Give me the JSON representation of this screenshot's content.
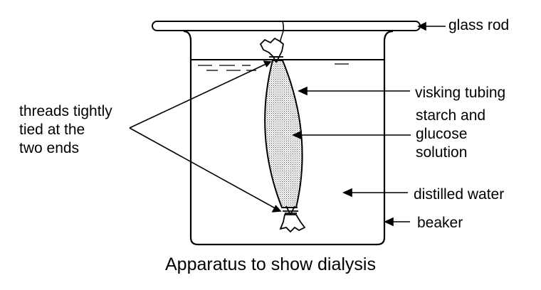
{
  "diagram": {
    "caption": "Apparatus to show dialysis",
    "labels": {
      "glass_rod": "glass rod",
      "visking_tubing": "visking tubing",
      "contents": [
        "starch and",
        "glucose",
        "solution"
      ],
      "distilled_water": "distilled water",
      "beaker": "beaker",
      "threads": [
        "threads tightly",
        "tied at the",
        "two ends"
      ]
    },
    "colors": {
      "line": "#000000",
      "background": "#ffffff",
      "solution_stipple": "#555555"
    }
  }
}
